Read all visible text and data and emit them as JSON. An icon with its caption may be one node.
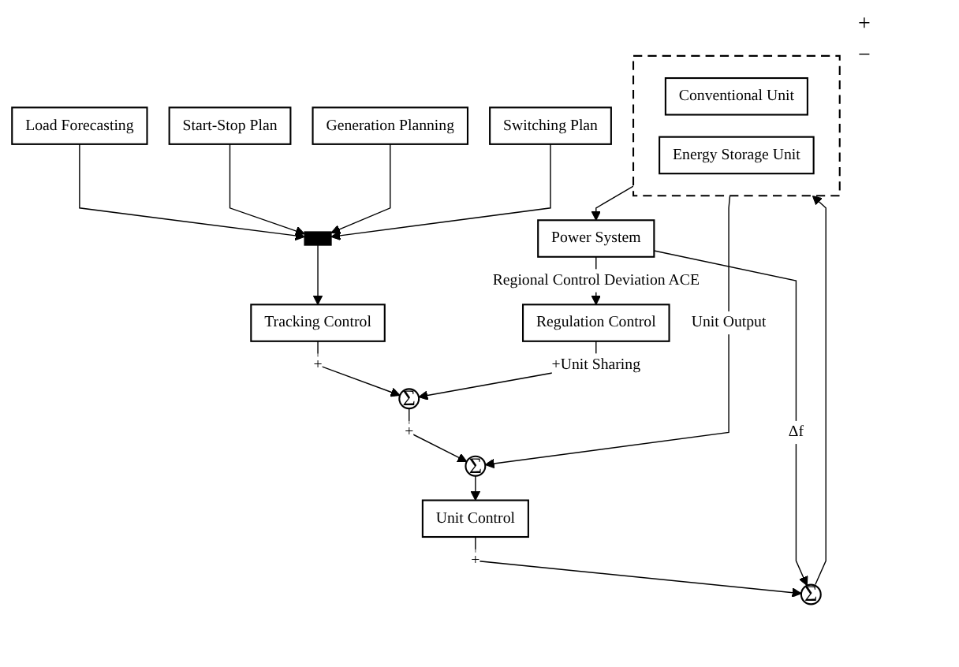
{
  "diagram": {
    "nodes": [
      {
        "text": [
          "Load Forecasting"
        ]
      },
      {
        "text": [
          "Start-Stop Plan"
        ]
      },
      {
        "text": [
          "Generation Planning"
        ]
      },
      {
        "text": [
          "Switching Plan"
        ]
      },
      {
        "text": [],
        "shape": "bar"
      },
      {
        "text": [
          "Tracking Control"
        ]
      },
      {
        "text": [
          "Σ"
        ]
      },
      {
        "text": [
          "Regulation Control"
        ]
      },
      {
        "text": [
          "Power System"
        ]
      },
      {
        "text": [
          "Σ"
        ]
      },
      {
        "text": [
          "Unit Control"
        ]
      },
      {
        "text": [
          "Σ"
        ]
      },
      {
        "text": [],
        "shape": "box"
      },
      {
        "text": [
          "Conventional Unit"
        ],
        "in": 12
      },
      {
        "text": [
          "Energy Storage Unit"
        ],
        "in": 12
      }
    ],
    "edges": [
      {
        "from": 0,
        "to": 4,
        "arrow": "to"
      },
      {
        "from": 1,
        "to": 4,
        "arrow": "to"
      },
      {
        "from": 2,
        "to": 4,
        "arrow": "to"
      },
      {
        "from": 3,
        "to": 4,
        "arrow": "to"
      },
      {
        "from": 4,
        "to": 5,
        "arrow": "to"
      },
      {
        "from": 5,
        "to": 6,
        "arrow": "to",
        "label": "+"
      },
      {
        "from": 7,
        "to": 6,
        "arrow": "to",
        "label": "+Unit Sharing"
      },
      {
        "from": 8,
        "to": 7,
        "arrow": "to",
        "label": "Regional Control Deviation ACE"
      },
      {
        "from": 6,
        "to": 9,
        "arrow": "to",
        "label": "+"
      },
      {
        "from": 9,
        "to": 10,
        "arrow": "to"
      },
      {
        "from": 10,
        "to": 11,
        "arrow": "to",
        "label": "+"
      },
      {
        "from": 8,
        "to": 11,
        "arrow": "to",
        "label": "Δf"
      },
      {
        "from": 11,
        "to": 12,
        "arrow": "to"
      },
      {
        "from": 12,
        "to": 8,
        "arrow": "to"
      },
      {
        "from": 12,
        "to": 9,
        "arrow": "to",
        "label": "Unit Output"
      }
    ],
    "labels": [
      "+",
      "−"
    ]
  }
}
